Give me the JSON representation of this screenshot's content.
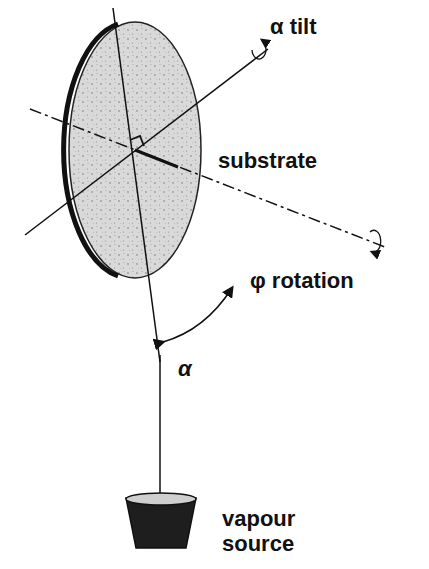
{
  "diagram": {
    "labels": [
      "α tilt",
      "substrate",
      "φ rotation",
      "α",
      "vapour source"
    ]
  }
}
